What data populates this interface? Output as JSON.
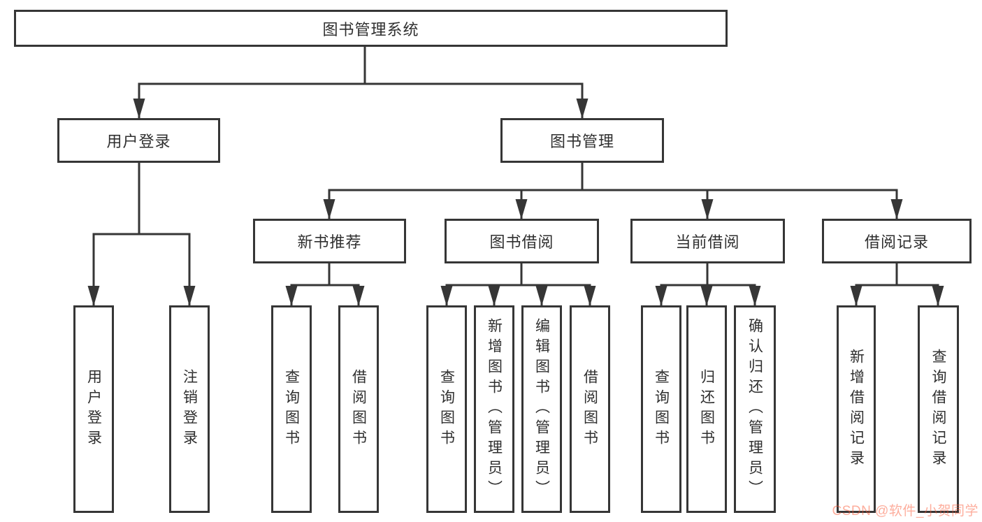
{
  "tree": {
    "label": "图书管理系统",
    "children": [
      {
        "label": "用户登录",
        "children": [
          {
            "label": "用户登录"
          },
          {
            "label": "注销登录"
          }
        ]
      },
      {
        "label": "图书管理",
        "children": [
          {
            "label": "新书推荐",
            "children": [
              {
                "label": "查询图书"
              },
              {
                "label": "借阅图书"
              }
            ]
          },
          {
            "label": "图书借阅",
            "children": [
              {
                "label": "查询图书"
              },
              {
                "label": "新增图书（管理员）"
              },
              {
                "label": "编辑图书（管理员）"
              },
              {
                "label": "借阅图书"
              }
            ]
          },
          {
            "label": "当前借阅",
            "children": [
              {
                "label": "查询图书"
              },
              {
                "label": "归还图书"
              },
              {
                "label": "确认归还（管理员）"
              }
            ]
          },
          {
            "label": "借阅记录",
            "children": [
              {
                "label": "新增借阅记录"
              },
              {
                "label": "查询借阅记录"
              }
            ]
          }
        ]
      }
    ]
  },
  "watermark": {
    "text": "CSDN @软件_小贺同学",
    "color": "#FC5531"
  },
  "colors": {
    "line": "#363636",
    "text": "#2F2F2F",
    "background": "#FFFFFF"
  }
}
